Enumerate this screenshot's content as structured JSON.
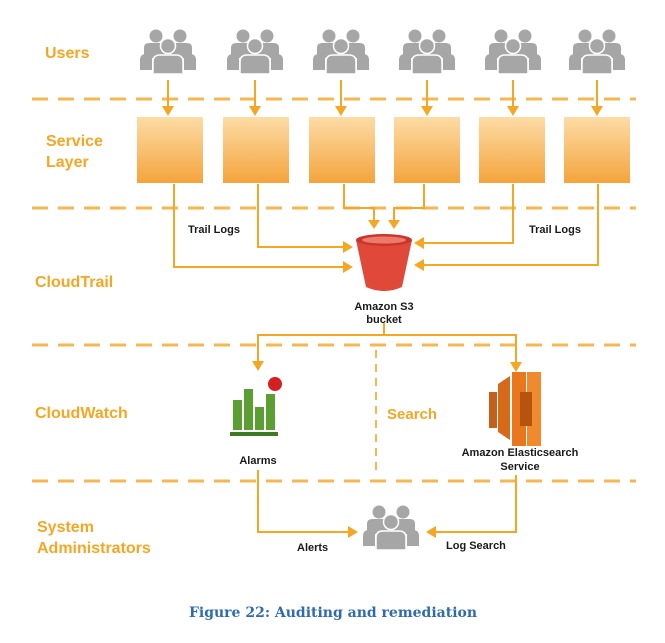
{
  "layers": {
    "users": "Users",
    "service_line1": "Service",
    "service_line2": "Layer",
    "cloudtrail": "CloudTrail",
    "cloudwatch": "CloudWatch",
    "sysadmin_line1": "System",
    "sysadmin_line2": "Administrators"
  },
  "labels": {
    "trail_logs_left": "Trail Logs",
    "trail_logs_right": "Trail Logs",
    "s3_line1": "Amazon S3",
    "s3_line2": "bucket",
    "search": "Search",
    "alarms": "Alarms",
    "es_line1": "Amazon Elasticsearch",
    "es_line2": "Service",
    "alerts": "Alerts",
    "log_search": "Log Search"
  },
  "caption": "Figure 22: Auditing and remediation",
  "colors": {
    "orange": "#F5A623",
    "dash": "#F6B650",
    "box_top": "#FDD9A0",
    "box_bottom": "#F4A43C",
    "people": "#A6A6A6",
    "s3_red": "#E0483A",
    "alarm_green": "#5B9E32",
    "alarm_red": "#D42020",
    "es_orange": "#E8771D",
    "caption": "#2E6BB0"
  },
  "icons": {
    "users": "people-group-icon",
    "s3": "s3-bucket-icon",
    "alarms": "cloudwatch-alarm-icon",
    "es": "elasticsearch-icon",
    "admins": "people-group-icon"
  }
}
